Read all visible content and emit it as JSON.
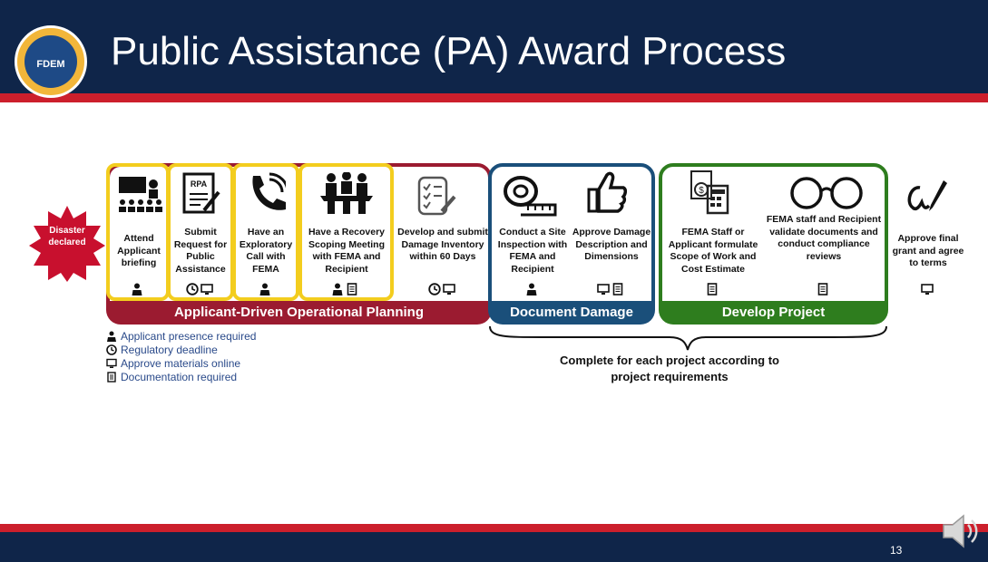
{
  "slide": {
    "title": "Public Assistance (PA) Award Process",
    "logo_text": "FDEM",
    "page_number": "13"
  },
  "disaster": {
    "label": "Disaster declared"
  },
  "steps": [
    {
      "label": "Attend Applicant briefing",
      "icon": "presentation-icon",
      "reqs": [
        "person"
      ]
    },
    {
      "label": "Submit Request for Public Assistance",
      "icon": "rpa-form-icon",
      "icon_text": "RPA",
      "reqs": [
        "clock",
        "monitor"
      ]
    },
    {
      "label": "Have an Exploratory Call with FEMA",
      "icon": "phone-icon",
      "reqs": [
        "person"
      ]
    },
    {
      "label": "Have a Recovery Scoping Meeting with FEMA and Recipient",
      "icon": "meeting-icon",
      "reqs": [
        "person",
        "document"
      ]
    },
    {
      "label": "Develop and submit Damage Inventory within 60 Days",
      "icon": "checklist-icon",
      "reqs": [
        "clock",
        "monitor"
      ]
    },
    {
      "label": "Conduct a Site Inspection with FEMA and Recipient",
      "icon": "tape-measure-icon",
      "reqs": [
        "person"
      ]
    },
    {
      "label": "Approve Damage Description and Dimensions",
      "icon": "thumbs-up-icon",
      "reqs": [
        "monitor",
        "document"
      ]
    },
    {
      "label": "FEMA Staff or Applicant formulate Scope of Work and Cost Estimate",
      "icon": "calculator-icon",
      "reqs": [
        "document"
      ]
    },
    {
      "label": "FEMA staff and Recipient validate documents and conduct compliance reviews",
      "icon": "glasses-icon",
      "reqs": [
        "document"
      ]
    },
    {
      "label": "Approve final grant and agree to terms",
      "icon": "signature-icon",
      "reqs": [
        "monitor"
      ]
    }
  ],
  "phases": [
    {
      "label": "Applicant-Driven Operational Planning",
      "color": "#9b1b30"
    },
    {
      "label": "Document Damage",
      "color": "#1a4f7a"
    },
    {
      "label": "Develop Project",
      "color": "#2e7d1e"
    }
  ],
  "highlight_color": "#f3cd1e",
  "legend": [
    {
      "icon": "person-icon",
      "label": "Applicant presence required"
    },
    {
      "icon": "clock-icon",
      "label": "Regulatory deadline"
    },
    {
      "icon": "monitor-icon",
      "label": "Approve materials online"
    },
    {
      "icon": "document-icon",
      "label": "Documentation required"
    }
  ],
  "note": "Complete for each project according to project requirements"
}
